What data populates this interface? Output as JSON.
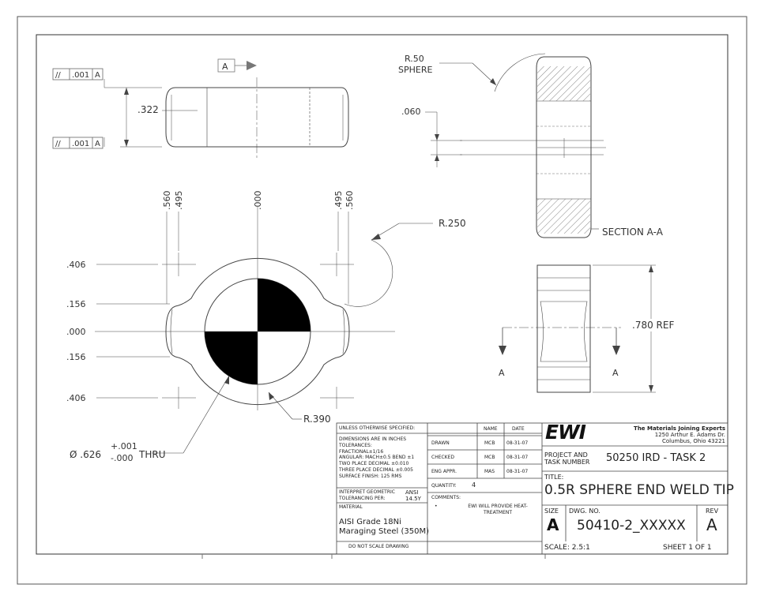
{
  "drawing": {
    "datum_flag": "A",
    "fcf_top": {
      "symbol": "//",
      "tolerance": ".001",
      "datum": "A"
    },
    "fcf_bottom": {
      "symbol": "//",
      "tolerance": ".001",
      "datum": "A"
    },
    "dim_thickness": ".322",
    "dim_x": [
      ".560",
      ".495",
      ".000",
      ".495",
      ".560"
    ],
    "dim_y": [
      ".406",
      ".156",
      ".000",
      ".156",
      ".406"
    ],
    "dim_r250": "R.250",
    "dim_r390": "R.390",
    "hole_dim": {
      "diameter": "Ø .626",
      "plus": "+.001",
      "minus": "-.000",
      "note": "THRU"
    },
    "dim_r50": [
      "R.50",
      "SPHERE"
    ],
    "dim_060": ".060",
    "section_label": "SECTION A-A",
    "dim_780": ".780 REF",
    "cut_label_left": "A",
    "cut_label_right": "A"
  },
  "title_block": {
    "unless": "UNLESS OTHERWISE SPECIFIED:",
    "tolerance_lines": [
      "DIMENSIONS ARE IN INCHES",
      "TOLERANCES:",
      "FRACTIONAL±1/16",
      "ANGULAR: MACH±0.5  BEND ±1",
      "TWO PLACE DECIMAL   ±0.010",
      "THREE PLACE DECIMAL  ±0.005",
      "SURFACE FINISH: 125 RMS"
    ],
    "interpret_label": [
      "INTERPRET GEOMETRIC",
      "TOLERANCING PER:"
    ],
    "interpret_value": [
      "ANSI",
      "14.5Y"
    ],
    "material_label": "MATERIAL",
    "material_value": [
      "AISI Grade 18Ni",
      "Maraging Steel (350M)"
    ],
    "do_not_scale": "DO NOT SCALE DRAWING",
    "name_header": "NAME",
    "date_header": "DATE",
    "rows": [
      {
        "role": "DRAWN",
        "name": "MCB",
        "date": "08-31-07"
      },
      {
        "role": "CHECKED",
        "name": "MCB",
        "date": "08-31-07"
      },
      {
        "role": "ENG APPR.",
        "name": "MAS",
        "date": "08-31-07"
      }
    ],
    "quantity_label": "QUANTITY:",
    "quantity_value": "4",
    "comments_label": "COMMENTS:",
    "comment_bullet": "•",
    "comment_lines": [
      "EWI WILL PROVIDE HEAT-",
      "TREATMENT"
    ],
    "logo_text": "EWI",
    "company_lines": [
      "The Materials Joining Experts",
      "1250 Arthur E. Adams Dr.",
      "Columbus, Ohio  43221"
    ],
    "project_label": [
      "PROJECT AND",
      "TASK NUMBER"
    ],
    "project_value": "50250 IRD - TASK 2",
    "title_label": "TITLE:",
    "title_value": "0.5R SPHERE END WELD TIP",
    "size_label": "SIZE",
    "size_value": "A",
    "dwg_label": "DWG.  NO.",
    "dwg_value": "50410-2_XXXXX",
    "rev_label": "REV",
    "rev_value": "A",
    "scale": "SCALE: 2.5:1",
    "sheet": "SHEET 1 OF 1"
  }
}
